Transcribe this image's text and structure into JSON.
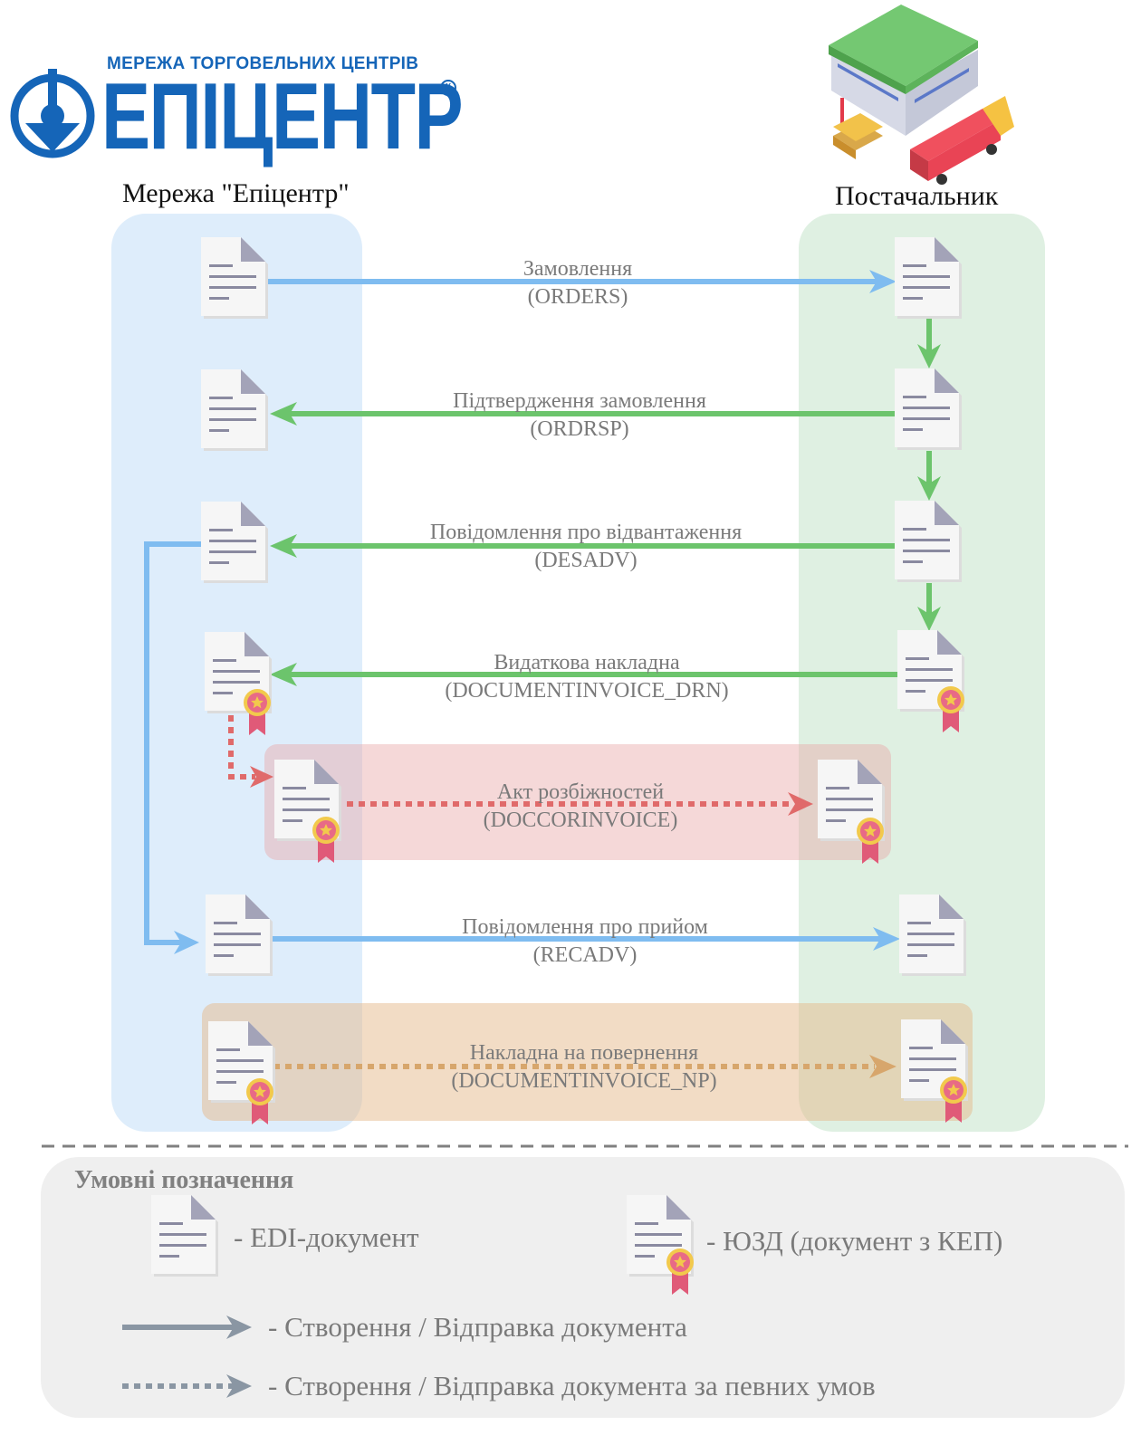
{
  "logo": {
    "network_caption": "МЕРЕЖА ТОРГОВЕЛЬНИХ ЦЕНТРІВ",
    "brand": "ЕПІЦЕНТР",
    "registered_mark": "К"
  },
  "parties": {
    "left": "Мережа \"Епіцентр\"",
    "right": "Постачальник"
  },
  "messages": [
    {
      "name": "Замовлення",
      "code": "(ORDERS)"
    },
    {
      "name": "Підтвердження замовлення",
      "code": "(ORDRSP)"
    },
    {
      "name": "Повідомлення про відвантаження",
      "code": "(DESADV)"
    },
    {
      "name": "Видаткова накладна",
      "code": "(DOCUMENTINVOICE_DRN)"
    },
    {
      "name": "Акт розбіжностей",
      "code": "(DOCCORINVOICE)"
    },
    {
      "name": "Повідомлення про прийом",
      "code": "(RECADV)"
    },
    {
      "name": "Накладна на повернення",
      "code": "(DOCUMENTINVOICE_NP)"
    }
  ],
  "legend": {
    "title": "Умовні позначення",
    "edi_document": "-  EDI-документ",
    "signed_document": "-  ЮЗД (документ з КЕП)",
    "solid_arrow": "-  Створення / Відправка документа",
    "dotted_arrow": "-  Створення / Відправка документа за певних умов"
  },
  "colors": {
    "brand_blue": "#1565b8",
    "network_arrow": "#7fbcf0",
    "supplier_arrow": "#6cc46c",
    "discrepancy_arrow": "#e06a6a",
    "return_arrow": "#d7a66c",
    "network_lane": "#deedfb",
    "supplier_lane": "#dff0e2",
    "discrepancy_box": "#f3c7c7",
    "return_box": "#f1d5b5",
    "legend_box": "#efefef"
  }
}
